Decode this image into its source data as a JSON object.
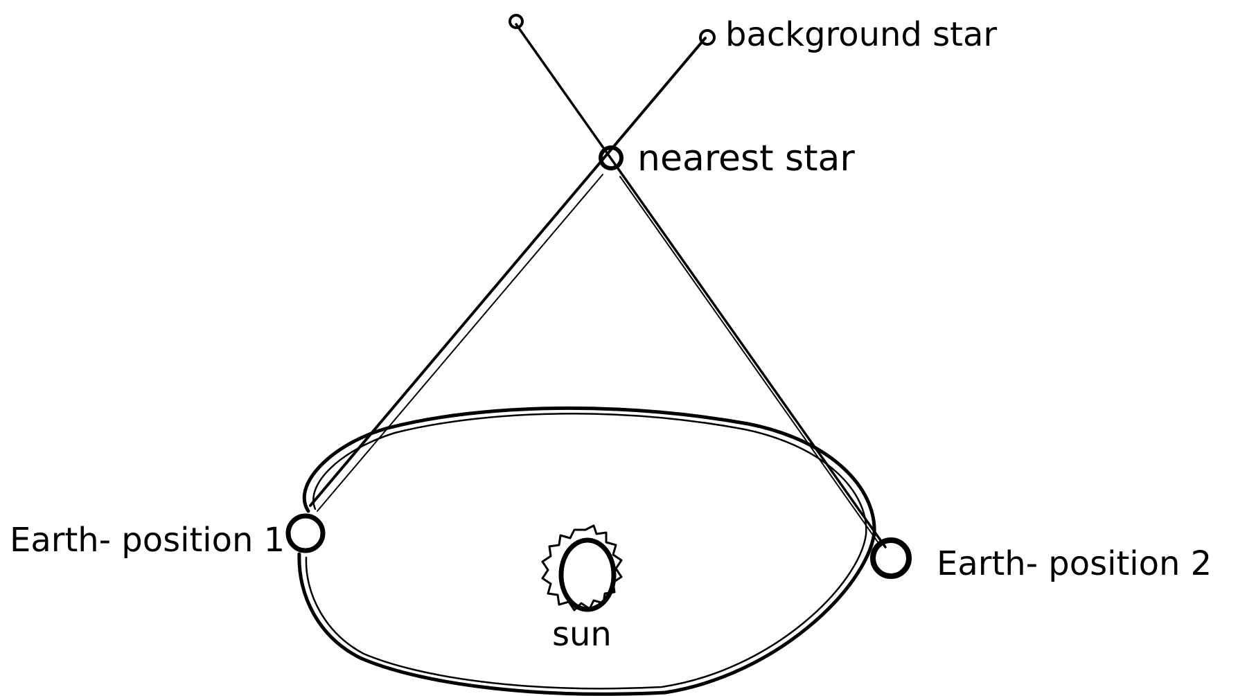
{
  "diagram": {
    "labels": {
      "background_star": "background star",
      "nearest_star": "nearest star",
      "earth_position_1": "Earth- position 1",
      "earth_position_2": "Earth- position 2",
      "sun": "sun"
    }
  },
  "colors": {
    "ink": "#000000",
    "background": "#ffffff"
  }
}
